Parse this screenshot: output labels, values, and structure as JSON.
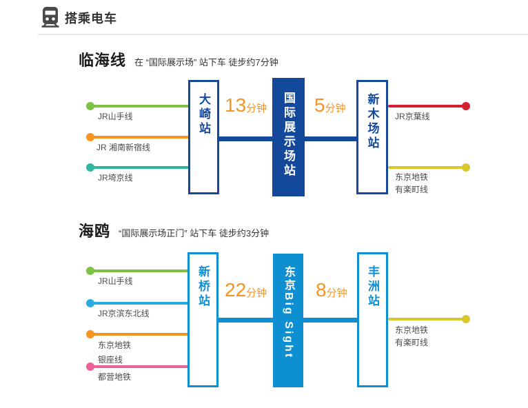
{
  "header": {
    "title": "搭乘电车"
  },
  "colors": {
    "primary_navy": "#14489B",
    "primary_blue": "#0D8FD2",
    "duration_orange": "#F7941E"
  },
  "sections": [
    {
      "title": "临海线",
      "subtitle": "在 “国际展示场” 站下车 徒步约7分钟",
      "from_station": "大崎站",
      "center_station": "国际展示场站",
      "to_station": "新木场站",
      "left_duration": {
        "num": "13",
        "unit": "分钟"
      },
      "right_duration": {
        "num": "5",
        "unit": "分钟"
      },
      "left_lines": [
        {
          "label": "JR山手线",
          "color": "#7DC242"
        },
        {
          "label": "JR 湘南新宿线",
          "color": "#F7941D"
        },
        {
          "label": "JR埼京线",
          "color": "#2EB6A0"
        }
      ],
      "right_lines": [
        {
          "label": "JR京葉线",
          "color": "#D7202F"
        },
        {
          "label": "东京地铁\n有楽町线",
          "color": "#D9C72E"
        }
      ]
    },
    {
      "title": "海鸥",
      "subtitle": "“国际展示场正门” 站下车 徒步约3分钟",
      "from_station": "新桥站",
      "center_station": "东京Big Sight",
      "to_station": "丰洲站",
      "left_duration": {
        "num": "22",
        "unit": "分钟"
      },
      "right_duration": {
        "num": "8",
        "unit": "分钟"
      },
      "left_lines": [
        {
          "label": "JR山手线",
          "color": "#7DC242"
        },
        {
          "label": "JR京滨东北线",
          "color": "#29ABE2"
        },
        {
          "label": "东京地铁\n银座线",
          "color": "#F7941D"
        },
        {
          "label": "都营地铁",
          "color": "#EC5F9B"
        }
      ],
      "right_lines": [
        {
          "label": "东京地铁\n有楽町线",
          "color": "#D9C72E"
        }
      ]
    }
  ]
}
